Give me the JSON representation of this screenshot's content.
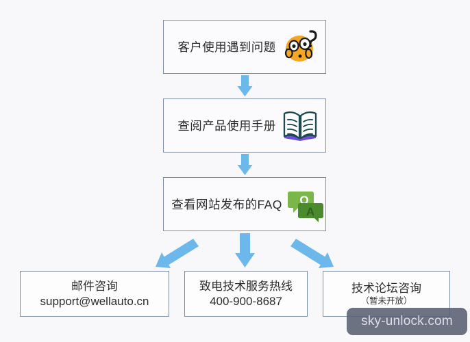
{
  "page": {
    "background_color": "#f8f8fb",
    "box_border_color": "#7b8ba6",
    "arrow_color": "#6cb8ea",
    "text_color": "#2b2b2b"
  },
  "flow": {
    "steps": [
      {
        "id": "problem",
        "label": "客户使用遇到问题",
        "icon": "confused-face-emoji-icon",
        "icon_colors": {
          "face": "#f5a623",
          "eye": "#ffffff",
          "pupil": "#1a1a1a"
        }
      },
      {
        "id": "manual",
        "label": "查阅产品使用手册",
        "icon": "open-book-icon",
        "icon_colors": {
          "cover": "#6b4fd8",
          "page": "#ffffff",
          "line": "#1c4a52"
        }
      },
      {
        "id": "faq",
        "label": "查看网站发布的FAQ",
        "icon": "qa-speech-bubbles-icon",
        "icon_colors": {
          "q_bubble": "#7ab648",
          "a_bubble": "#4a8b2c",
          "q_text": "#ffffff",
          "a_text": "#2f5f1c"
        }
      }
    ],
    "outcomes": [
      {
        "id": "email",
        "line1": "邮件咨询",
        "line2": "support@wellauto.cn",
        "line2_small": false
      },
      {
        "id": "phone",
        "line1": "致电技术服务热线",
        "line2": "400-900-8687",
        "line2_small": false
      },
      {
        "id": "forum",
        "line1": "技术论坛咨询",
        "line2": "（暂未开放）",
        "line2_small": true
      }
    ],
    "arrows": [
      {
        "id": "problem-to-manual",
        "direction": "down"
      },
      {
        "id": "manual-to-faq",
        "direction": "down"
      },
      {
        "id": "faq-to-email",
        "direction": "down-left"
      },
      {
        "id": "faq-to-phone",
        "direction": "down"
      },
      {
        "id": "faq-to-forum",
        "direction": "down-right"
      }
    ]
  },
  "watermark": {
    "text": "sky-unlock.com"
  }
}
